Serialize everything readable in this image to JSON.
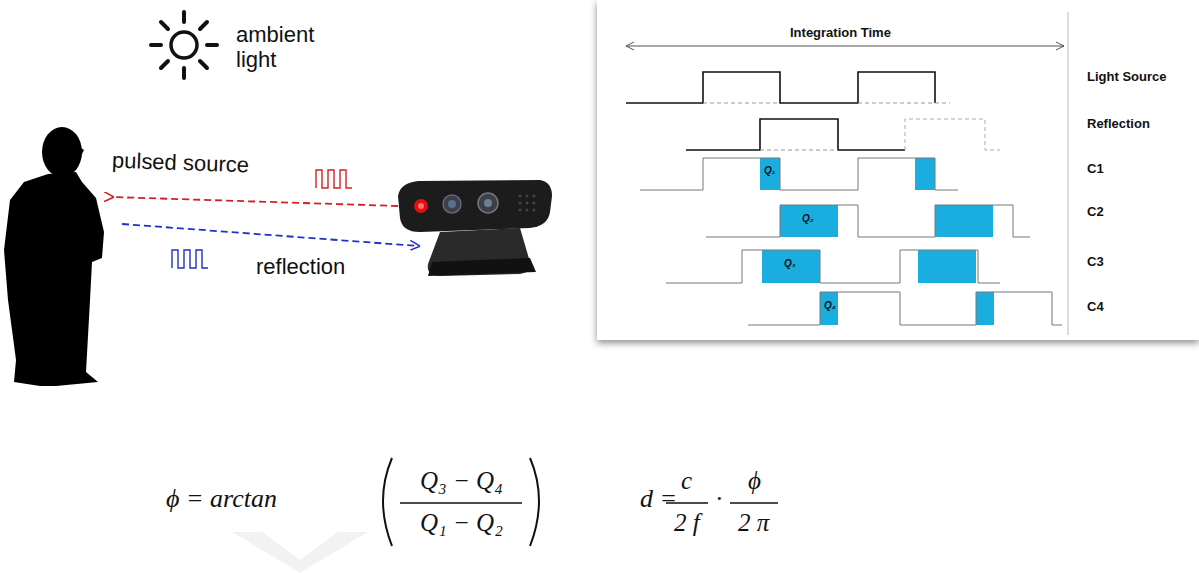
{
  "diagram": {
    "labels": [
      "ambient light",
      "pulsed source",
      "reflection",
      "Integration Time",
      "Light Source",
      "Reflection",
      "C1",
      "C2",
      "C3",
      "C4",
      "Q₁",
      "Q₂",
      "Q₃",
      "Q₄",
      "ϕ = arctan",
      "Q₃ − Q₄",
      "Q₁ − Q₂",
      "d =",
      "c",
      "2 f",
      "·",
      "ϕ",
      "2 π"
    ]
  }
}
